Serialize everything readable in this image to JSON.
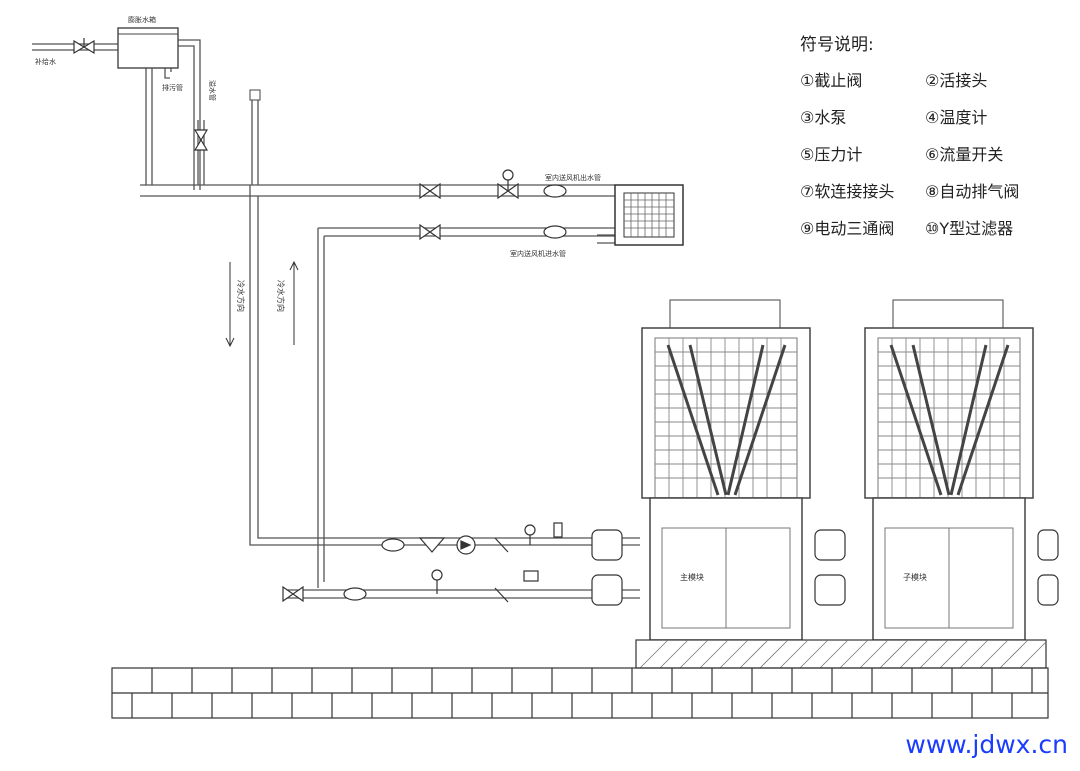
{
  "legend": {
    "title": "符号说明:",
    "items": [
      "①截止阀",
      "②活接头",
      "③水泵",
      "④温度计",
      "⑤压力计",
      "⑥流量开关",
      "⑦软连接接头",
      "⑧自动排气阀",
      "⑨电动三通阀",
      "⑩Y型过滤器"
    ]
  },
  "labels": {
    "supply_water": "补给水",
    "expansion_tank": "膨胀水箱",
    "overflow_pipe": "溢水管",
    "drain_pipe": "排污管",
    "indoor_outlet": "室内送风机出水管",
    "indoor_inlet": "室内送风机进水管",
    "flow_down": "冷水方向",
    "flow_up": "冷水方向",
    "main_module": "主模块",
    "sub_module": "子模块"
  },
  "watermark": "www.jdwx.cn",
  "colors": {
    "line": "#555555",
    "pipe_fill": "#ffffff",
    "text": "#333333",
    "watermark": "#1a3cff"
  }
}
